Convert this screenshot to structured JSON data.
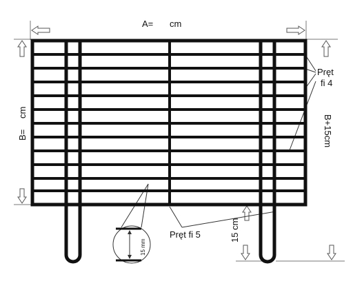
{
  "labels": {
    "width": "A=",
    "width_unit": "cm",
    "height": "B=",
    "height_unit": "cm",
    "bar_fi4_line1": "Pręt",
    "bar_fi4_line2": "fi 4",
    "total_height": "B+15cm",
    "bar_fi5": "Pręt fi 5",
    "leg_extension": "15 cm",
    "detail_dimension": "15 mm"
  },
  "colors": {
    "stroke": "#111111",
    "arrow_stroke": "#555555",
    "background": "#ffffff"
  }
}
